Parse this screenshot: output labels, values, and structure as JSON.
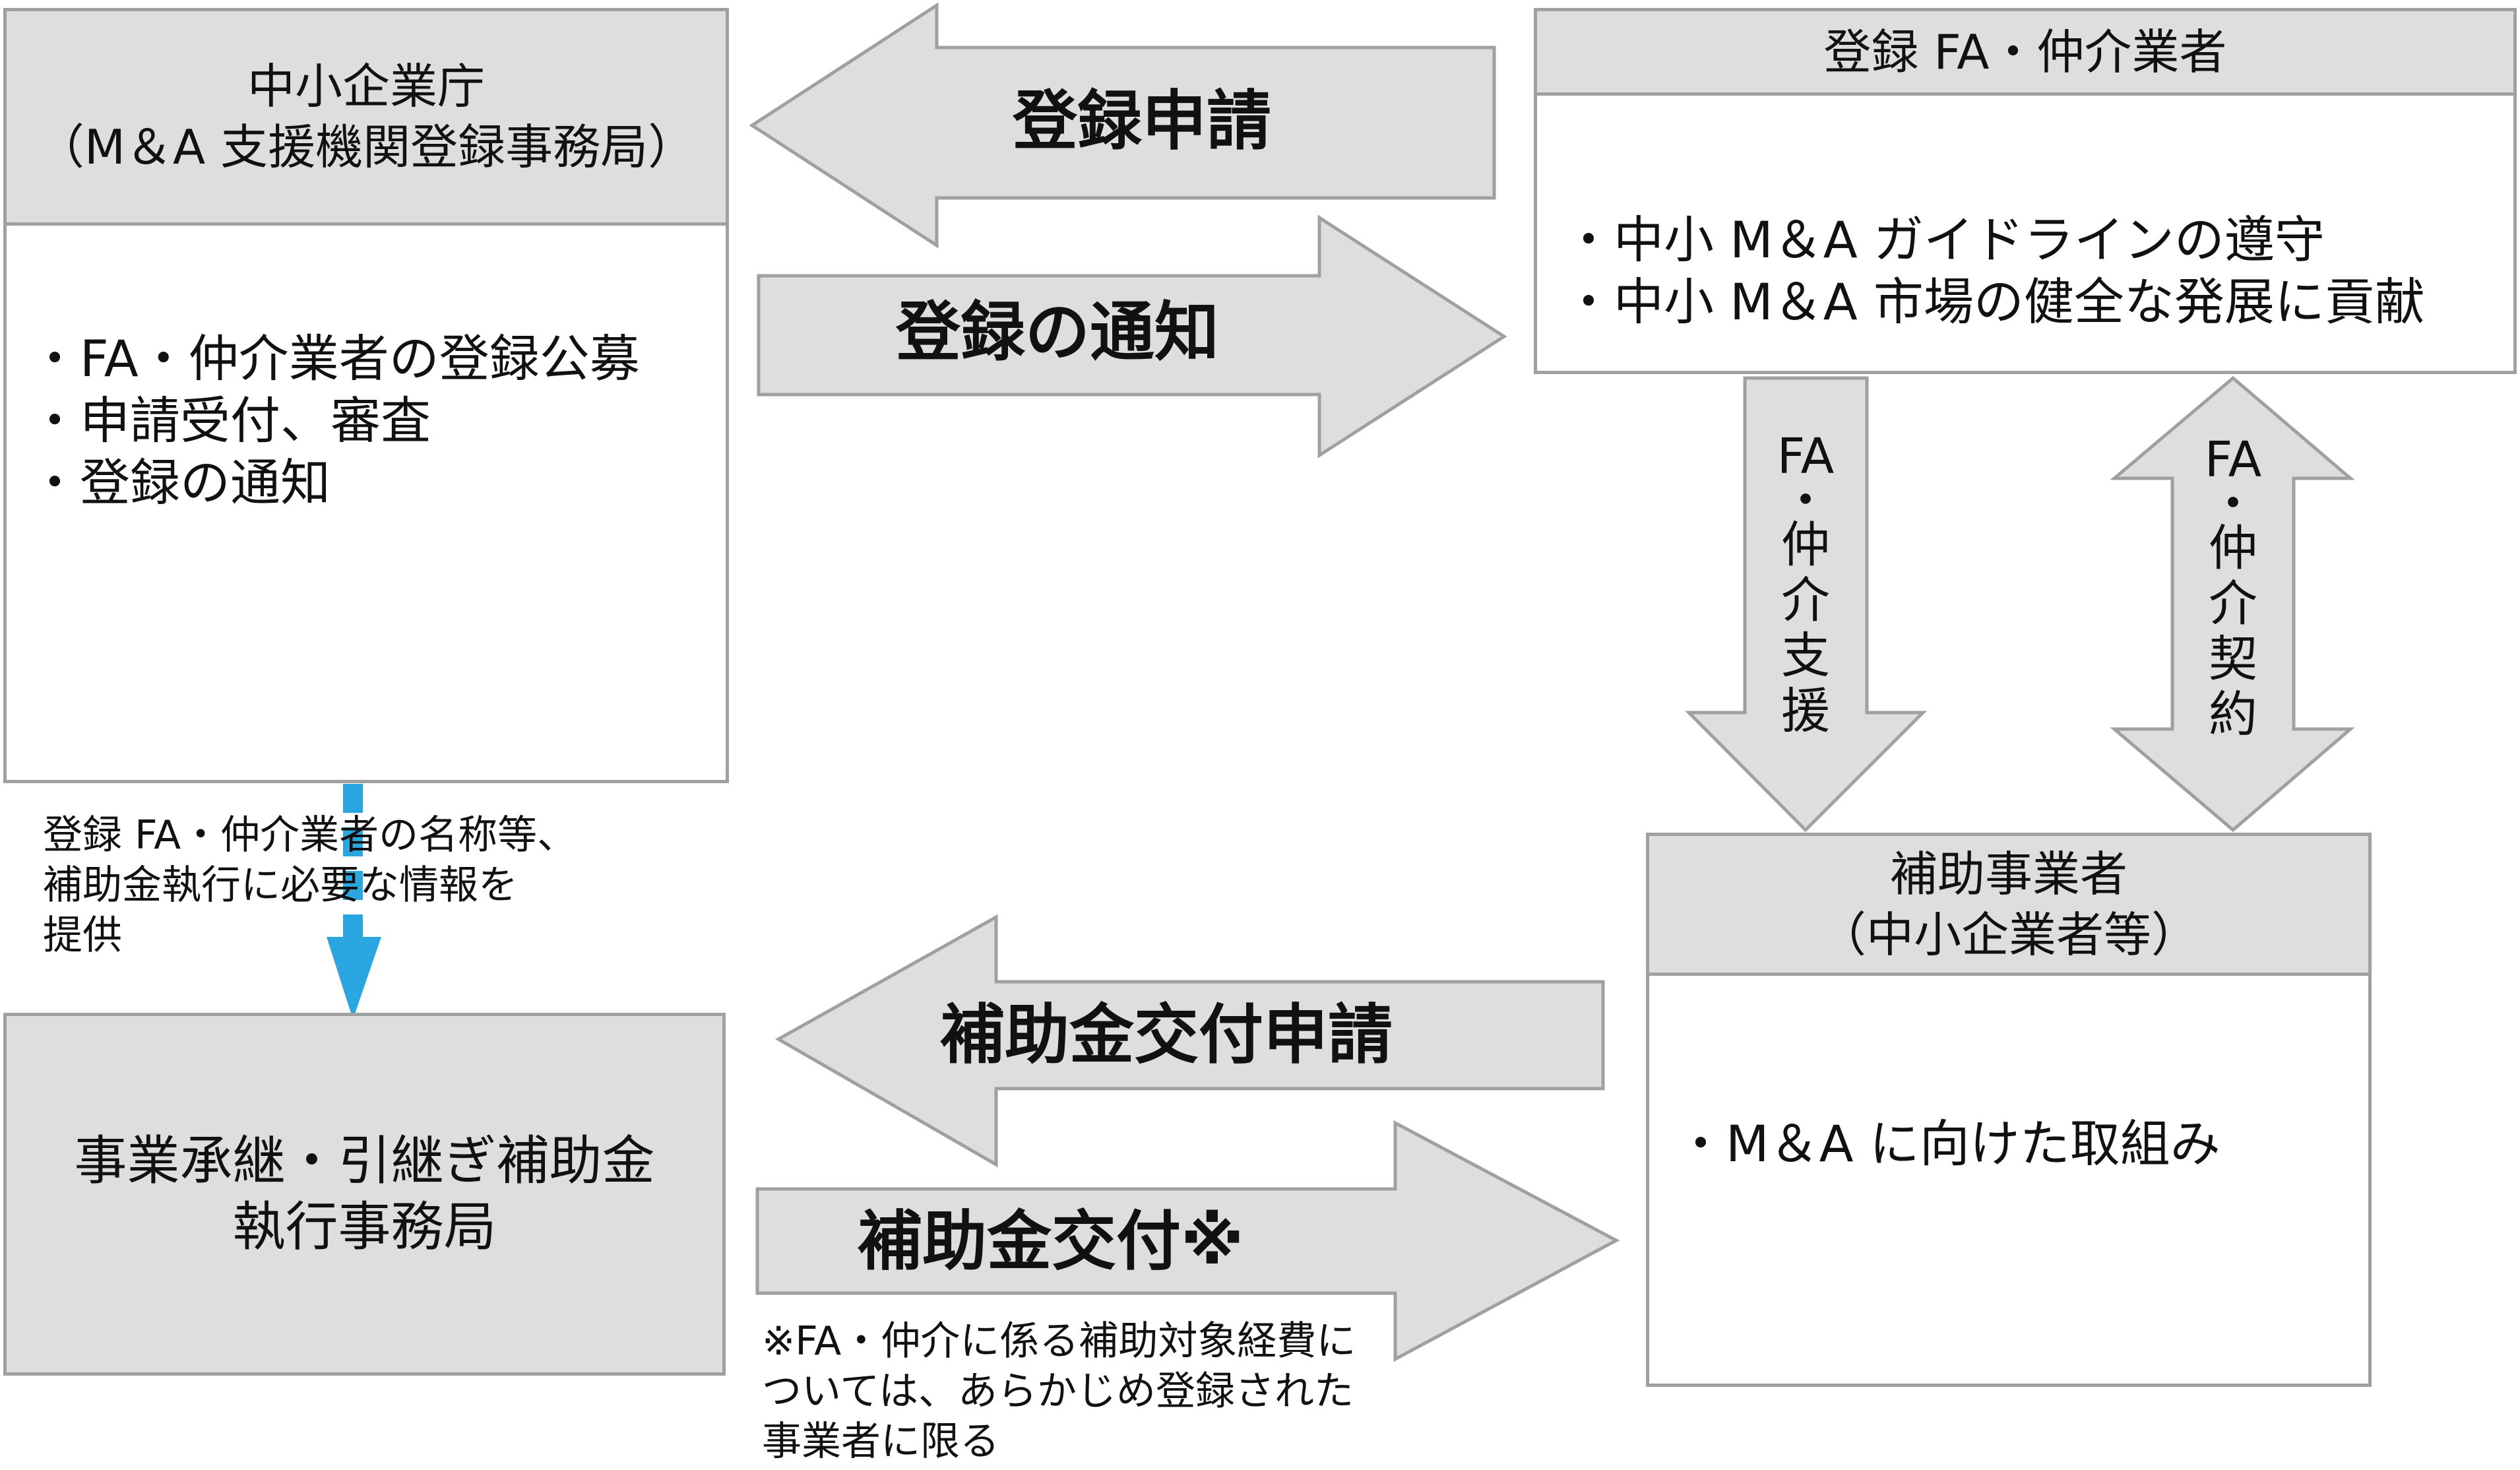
{
  "sme_agency": {
    "title_line1": "中小企業庁",
    "title_line2": "（M＆A 支援機関登録事務局）",
    "items": [
      "・FA・仲介業者の登録公募",
      "・申請受付、審査",
      "・登録の通知"
    ]
  },
  "registered_fa": {
    "title": "登録 FA・仲介業者",
    "items": [
      "・中小 M＆A ガイドラインの遵守",
      "・中小 M＆A 市場の健全な発展に貢献"
    ]
  },
  "subsidy_office": {
    "line1": "事業承継・引継ぎ補助金",
    "line2": "執行事務局"
  },
  "subsidy_recipient": {
    "title_line1": "補助事業者",
    "title_line2": "（中小企業者等）",
    "items": [
      "・M＆A に向けた取組み"
    ]
  },
  "arrows": {
    "registration_application": "登録申請",
    "registration_notice": "登録の通知",
    "fa_support": [
      "FA",
      "・",
      "仲",
      "介",
      "支",
      "援"
    ],
    "fa_contract": [
      "FA",
      "・",
      "仲",
      "介",
      "契",
      "約"
    ],
    "subsidy_application": "補助金交付申請",
    "subsidy_grant": "補助金交付※"
  },
  "info_note": {
    "lines": [
      "登録 FA・仲介業者の名称等、",
      "補助金執行に必要な情報を",
      "提供"
    ]
  },
  "footnote": {
    "lines": [
      "※FA・仲介に係る補助対象経費に",
      "ついては、あらかじめ登録された",
      "事業者に限る"
    ]
  },
  "colors": {
    "box_header": "#dedede",
    "border": "#a0a0a0",
    "arrow_fill": "#dedede",
    "info_arrow": "#2aa6e0"
  }
}
